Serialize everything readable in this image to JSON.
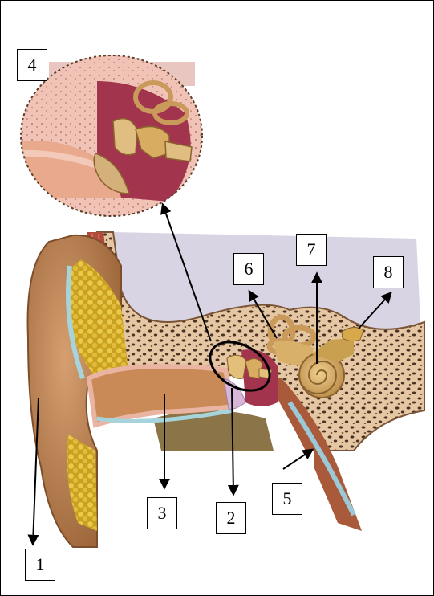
{
  "diagram": {
    "labels": [
      {
        "id": "1",
        "text": "1"
      },
      {
        "id": "2",
        "text": "2"
      },
      {
        "id": "3",
        "text": "3"
      },
      {
        "id": "4",
        "text": "4"
      },
      {
        "id": "5",
        "text": "5"
      },
      {
        "id": "6",
        "text": "6"
      },
      {
        "id": "7",
        "text": "7"
      },
      {
        "id": "8",
        "text": "8"
      }
    ]
  },
  "colors": {
    "skin": "#c98f5c",
    "skin_dark": "#8e5a34",
    "skin_pink": "#e8b0a0",
    "fat": "#e0c040",
    "bone": "#e8c9a8",
    "bone_pore": "#5a3d2a",
    "cavity": "#a3344d",
    "background_purple": "#d8d3e3",
    "ossicle": "#d4a860"
  }
}
